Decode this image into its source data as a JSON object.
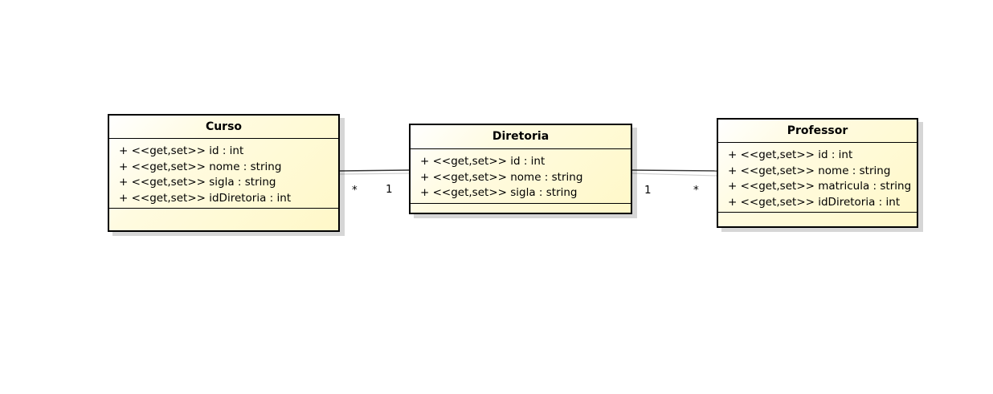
{
  "classes": {
    "curso": {
      "name": "Curso",
      "attributes": [
        "+ <<get,set>> id : int",
        "+ <<get,set>> nome : string",
        "+ <<get,set>> sigla : string",
        "+ <<get,set>> idDiretoria : int"
      ]
    },
    "diretoria": {
      "name": "Diretoria",
      "attributes": [
        "+ <<get,set>> id : int",
        "+ <<get,set>> nome : string",
        "+ <<get,set>> sigla : string"
      ]
    },
    "professor": {
      "name": "Professor",
      "attributes": [
        "+ <<get,set>> id : int",
        "+ <<get,set>> nome : string",
        "+ <<get,set>> matricula : string",
        "+ <<get,set>> idDiretoria : int"
      ]
    }
  },
  "associations": {
    "curso_diretoria": {
      "source_multiplicity": "*",
      "target_multiplicity": "1"
    },
    "diretoria_professor": {
      "source_multiplicity": "1",
      "target_multiplicity": "*"
    }
  }
}
